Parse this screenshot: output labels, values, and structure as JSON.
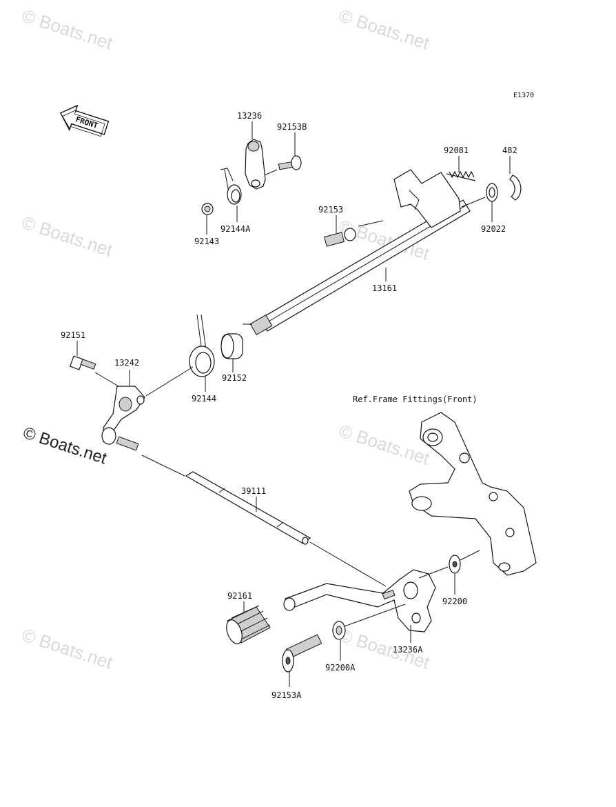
{
  "diagram_code": "E1370",
  "front_arrow_label": "FRONT",
  "reference_note": "Ref.Frame Fittings(Front)",
  "watermark": {
    "faint": "© Boats.net",
    "main": "© Boats.net"
  },
  "parts": {
    "p13236": "13236",
    "p92153B": "92153B",
    "p92081": "92081",
    "p482": "482",
    "p92153": "92153",
    "p92022": "92022",
    "p92144A": "92144A",
    "p92143": "92143",
    "p13161": "13161",
    "p92151": "92151",
    "p13242": "13242",
    "p92152": "92152",
    "p92144": "92144",
    "p39111": "39111",
    "p92161": "92161",
    "p92200": "92200",
    "p13236A": "13236A",
    "p92200A": "92200A",
    "p92153A": "92153A"
  }
}
